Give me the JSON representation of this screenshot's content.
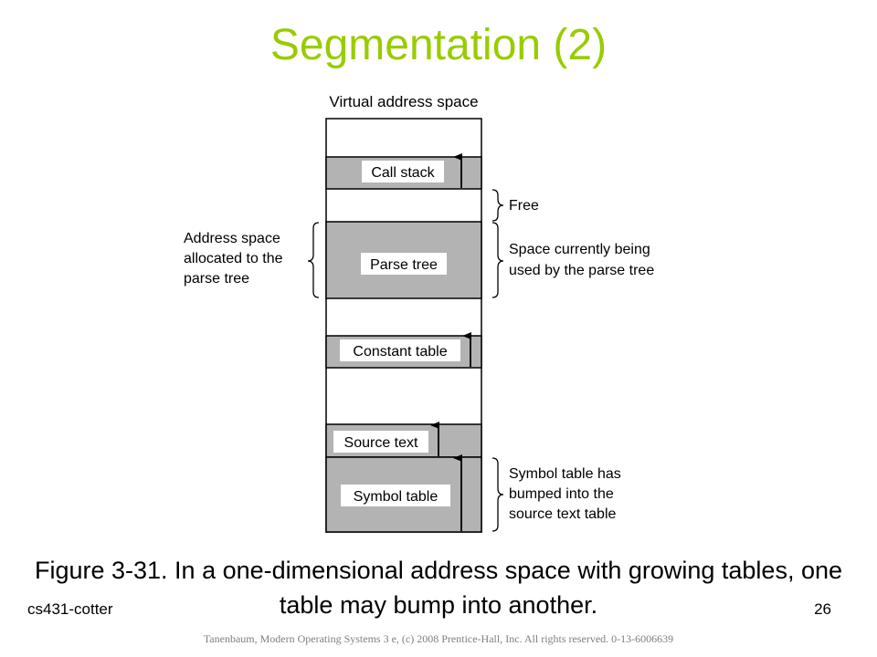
{
  "slide": {
    "title": "Segmentation (2)",
    "caption": "Figure 3-31. In a one-dimensional address space with growing tables, one table may bump into another.",
    "footer_left": "cs431-cotter",
    "page_number": "26",
    "copyright": "Tanenbaum, Modern Operating Systems 3 e, (c) 2008 Prentice-Hall, Inc. All rights reserved. 0-13-6006639"
  },
  "colors": {
    "title": "#99cc00",
    "segment_fill": "#b3b3b3",
    "free_fill": "#ffffff",
    "copyright": "#7f7f7f"
  },
  "figure": {
    "header": "Virtual address space",
    "segments": [
      {
        "label": "Call stack"
      },
      {
        "label": "Parse tree"
      },
      {
        "label": "Constant table"
      },
      {
        "label": "Source text"
      },
      {
        "label": "Symbol table"
      }
    ],
    "annotations": {
      "free": "Free",
      "allocated": [
        "Address space",
        "allocated to the",
        "parse tree"
      ],
      "in_use": [
        "Space currently being",
        "used by the parse tree"
      ],
      "bumped": [
        "Symbol table has",
        "bumped into the",
        "source text table"
      ]
    }
  }
}
